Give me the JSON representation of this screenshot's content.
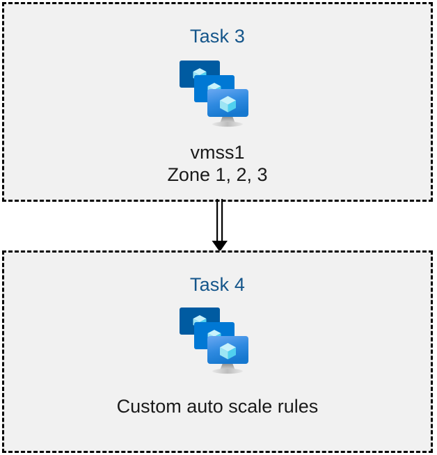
{
  "diagram": {
    "background_color": "#ffffff",
    "box_fill_color": "#f1f1f1",
    "box_border_color": "#000000",
    "title_color": "#14558a",
    "caption_color": "#1a1a1a",
    "connector_color": "#000000",
    "icon_colors": {
      "screen_back": "#005ba1",
      "screen_middle": "#0078d4",
      "screen_front_top": "#5ea0ef",
      "screen_front_bottom": "#1f82d9",
      "cube_top": "#c8f2fb",
      "cube_left": "#9ce5f4",
      "cube_right": "#50d0ef",
      "stand": "#a3a3a3",
      "stand_base": "#d2d2d2"
    }
  },
  "boxes": [
    {
      "id": "task-3",
      "title": "Task 3",
      "icon": "vmss-icon",
      "caption_lines": [
        "vmss1",
        "Zone 1, 2, 3"
      ]
    },
    {
      "id": "task-4",
      "title": "Task 4",
      "icon": "vmss-icon",
      "caption_lines": [
        "Custom auto scale rules"
      ]
    }
  ],
  "connector": {
    "name": "double-line-arrow",
    "from": "task-3",
    "to": "task-4",
    "direction": "down"
  }
}
